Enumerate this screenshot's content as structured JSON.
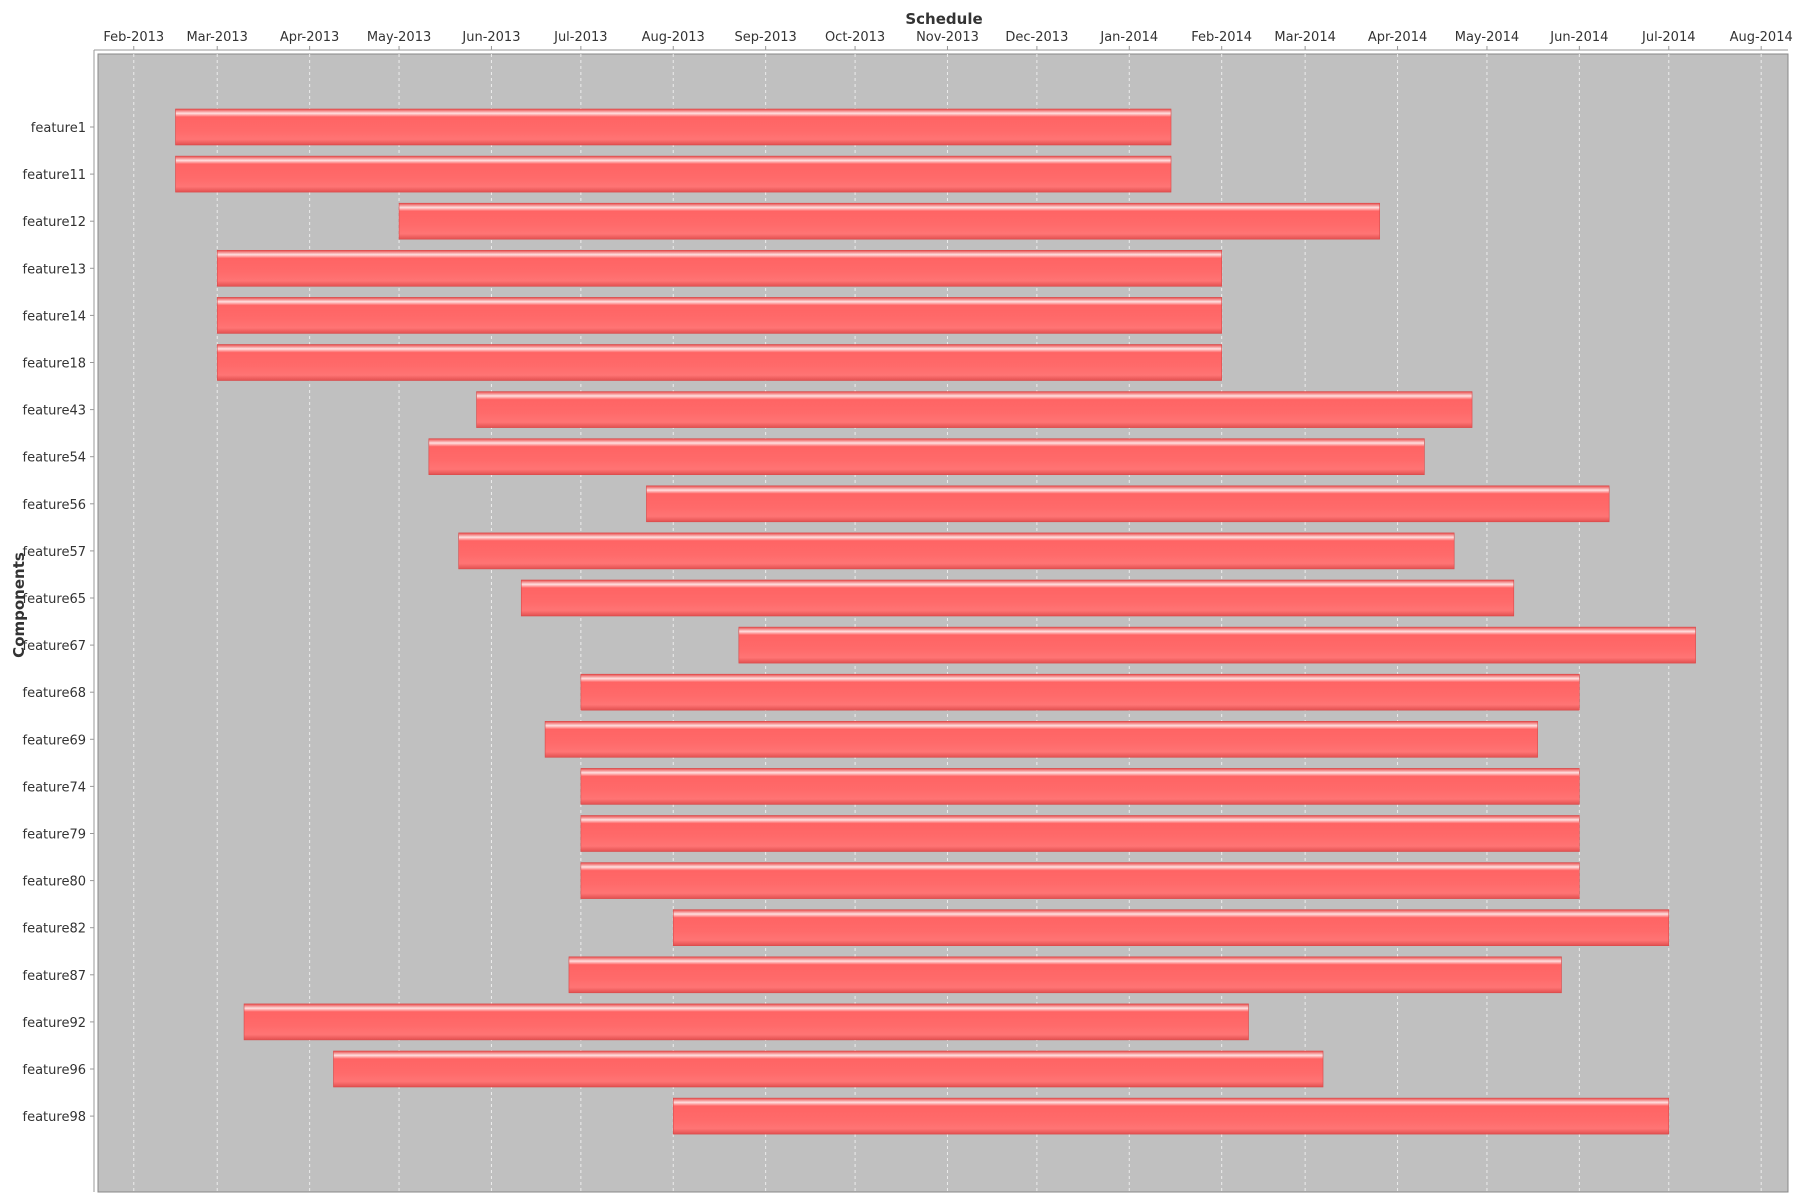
{
  "chart_data": {
    "type": "gantt",
    "title": "Schedule",
    "xlabel": "Schedule",
    "ylabel": "Components",
    "x_ticks": [
      "Feb-2013",
      "Mar-2013",
      "Apr-2013",
      "May-2013",
      "Jun-2013",
      "Jul-2013",
      "Aug-2013",
      "Sep-2013",
      "Oct-2013",
      "Nov-2013",
      "Dec-2013",
      "Jan-2014",
      "Feb-2014",
      "Mar-2014",
      "Apr-2014",
      "May-2014",
      "Jun-2014",
      "Jul-2014",
      "Aug-2014"
    ],
    "xlim": [
      "2013-01-20",
      "2014-08-10"
    ],
    "grid": true,
    "colors": {
      "plot_background": "#c0c0c0",
      "bar": "#ff5b5b",
      "bar_highlight": "#ffd6d6",
      "gridline": "#ececec"
    },
    "tasks": [
      {
        "name": "feature1",
        "start": "2013-02-15",
        "end": "2014-01-15"
      },
      {
        "name": "feature11",
        "start": "2013-02-15",
        "end": "2014-01-15"
      },
      {
        "name": "feature12",
        "start": "2013-05-01",
        "end": "2014-03-26"
      },
      {
        "name": "feature13",
        "start": "2013-03-01",
        "end": "2014-02-01"
      },
      {
        "name": "feature14",
        "start": "2013-03-01",
        "end": "2014-02-01"
      },
      {
        "name": "feature18",
        "start": "2013-03-01",
        "end": "2014-02-01"
      },
      {
        "name": "feature43",
        "start": "2013-05-27",
        "end": "2014-04-26"
      },
      {
        "name": "feature54",
        "start": "2013-05-11",
        "end": "2014-04-10"
      },
      {
        "name": "feature56",
        "start": "2013-07-23",
        "end": "2014-06-11"
      },
      {
        "name": "feature57",
        "start": "2013-05-21",
        "end": "2014-04-20"
      },
      {
        "name": "feature65",
        "start": "2013-06-11",
        "end": "2014-05-10"
      },
      {
        "name": "feature67",
        "start": "2013-08-23",
        "end": "2014-07-10"
      },
      {
        "name": "feature68",
        "start": "2013-07-01",
        "end": "2014-06-01"
      },
      {
        "name": "feature69",
        "start": "2013-06-19",
        "end": "2014-05-18"
      },
      {
        "name": "feature74",
        "start": "2013-07-01",
        "end": "2014-06-01"
      },
      {
        "name": "feature79",
        "start": "2013-07-01",
        "end": "2014-06-01"
      },
      {
        "name": "feature80",
        "start": "2013-07-01",
        "end": "2014-06-01"
      },
      {
        "name": "feature82",
        "start": "2013-08-01",
        "end": "2014-07-01"
      },
      {
        "name": "feature87",
        "start": "2013-06-27",
        "end": "2014-05-26"
      },
      {
        "name": "feature92",
        "start": "2013-03-10",
        "end": "2014-02-10"
      },
      {
        "name": "feature96",
        "start": "2013-04-09",
        "end": "2014-03-07"
      },
      {
        "name": "feature98",
        "start": "2013-08-01",
        "end": "2014-07-01"
      }
    ]
  }
}
